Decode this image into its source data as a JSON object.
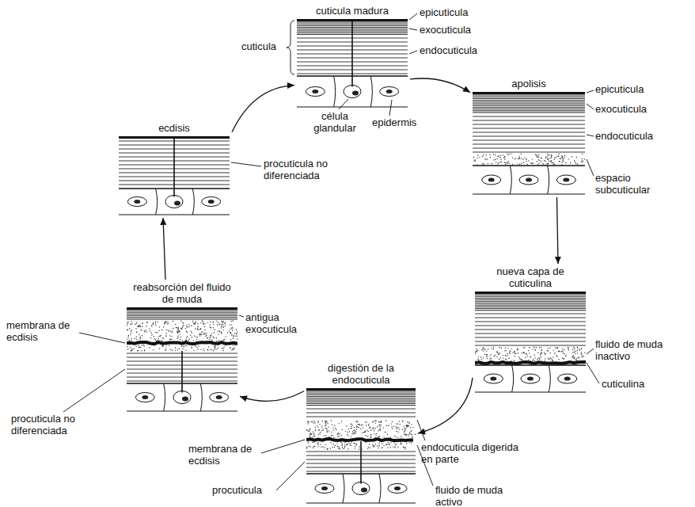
{
  "diagram": {
    "nodes": [
      {
        "text": [
          "cuticula madura"
        ]
      },
      {
        "text": [
          "apolisis"
        ]
      },
      {
        "text": [
          "nueva capa de cuticulina"
        ]
      },
      {
        "text": [
          "digestión de la endocuticula"
        ]
      },
      {
        "text": [
          "reabsorción del fluido de muda"
        ]
      },
      {
        "text": [
          "ecdisis"
        ]
      }
    ],
    "edges": [
      {
        "from": 0,
        "to": 1,
        "arrow": "to"
      },
      {
        "from": 1,
        "to": 2,
        "arrow": "to"
      },
      {
        "from": 2,
        "to": 3,
        "arrow": "to"
      },
      {
        "from": 3,
        "to": 4,
        "arrow": "to"
      },
      {
        "from": 4,
        "to": 5,
        "arrow": "to"
      },
      {
        "from": 5,
        "to": 0,
        "arrow": "to"
      }
    ],
    "labels": [
      "cuticula",
      "epicuticula",
      "exocuticula",
      "endocuticula",
      "célula glandular",
      "epidermis",
      "epicuticula",
      "exocuticula",
      "endocuticula",
      "espacio subcuticular",
      "fluido de muda inactivo",
      "cuticulina",
      "endocuticula digerida en parte",
      "fluido de muda activo",
      "membrana de ecdisis",
      "procuticula",
      "antigua exocuticula",
      "membrana de ecdisis",
      "procuticula no diferenciada",
      "procuticula no diferenciada"
    ]
  }
}
